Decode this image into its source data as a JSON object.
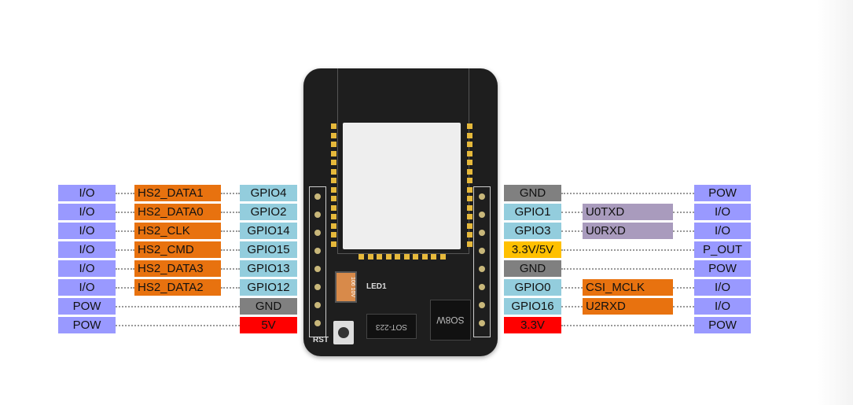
{
  "colors": {
    "io": "#9999ff",
    "orange": "#e8720f",
    "gpio": "#93cddd",
    "gnd": "#808080",
    "red": "#ff0000",
    "uart": "#a99bbd",
    "yellow": "#ffc000"
  },
  "left_rows": [
    {
      "type": "I/O",
      "func": "HS2_DATA1",
      "pin": "GPIO4",
      "pin_color": "gpio"
    },
    {
      "type": "I/O",
      "func": "HS2_DATA0",
      "pin": "GPIO2",
      "pin_color": "gpio"
    },
    {
      "type": "I/O",
      "func": "HS2_CLK",
      "pin": "GPIO14",
      "pin_color": "gpio"
    },
    {
      "type": "I/O",
      "func": "HS2_CMD",
      "pin": "GPIO15",
      "pin_color": "gpio"
    },
    {
      "type": "I/O",
      "func": "HS2_DATA3",
      "pin": "GPIO13",
      "pin_color": "gpio"
    },
    {
      "type": "I/O",
      "func": "HS2_DATA2",
      "pin": "GPIO12",
      "pin_color": "gpio"
    },
    {
      "type": "POW",
      "func": null,
      "pin": "GND",
      "pin_color": "gnd"
    },
    {
      "type": "POW",
      "func": null,
      "pin": "5V",
      "pin_color": "red"
    }
  ],
  "right_rows": [
    {
      "pin": "GND",
      "pin_color": "gnd",
      "func": null,
      "type": "POW"
    },
    {
      "pin": "GPIO1",
      "pin_color": "gpio",
      "func": "U0TXD",
      "func_color": "uart",
      "type": "I/O"
    },
    {
      "pin": "GPIO3",
      "pin_color": "gpio",
      "func": "U0RXD",
      "func_color": "uart",
      "type": "I/O"
    },
    {
      "pin": "3.3V/5V",
      "pin_color": "yellow",
      "func": null,
      "type": "P_OUT"
    },
    {
      "pin": "GND",
      "pin_color": "gnd",
      "func": null,
      "type": "POW"
    },
    {
      "pin": "GPIO0",
      "pin_color": "gpio",
      "func": "CSI_MCLK",
      "func_color": "orange",
      "type": "I/O"
    },
    {
      "pin": "GPIO16",
      "pin_color": "gpio",
      "func": "U2RXD",
      "func_color": "orange",
      "type": "I/O"
    },
    {
      "pin": "3.3V",
      "pin_color": "red",
      "func": null,
      "type": "POW"
    }
  ],
  "board": {
    "rst": "RST",
    "led": "LED1",
    "cap": "106 10V",
    "regulator": "SOT-223",
    "flash": "SO8W"
  }
}
